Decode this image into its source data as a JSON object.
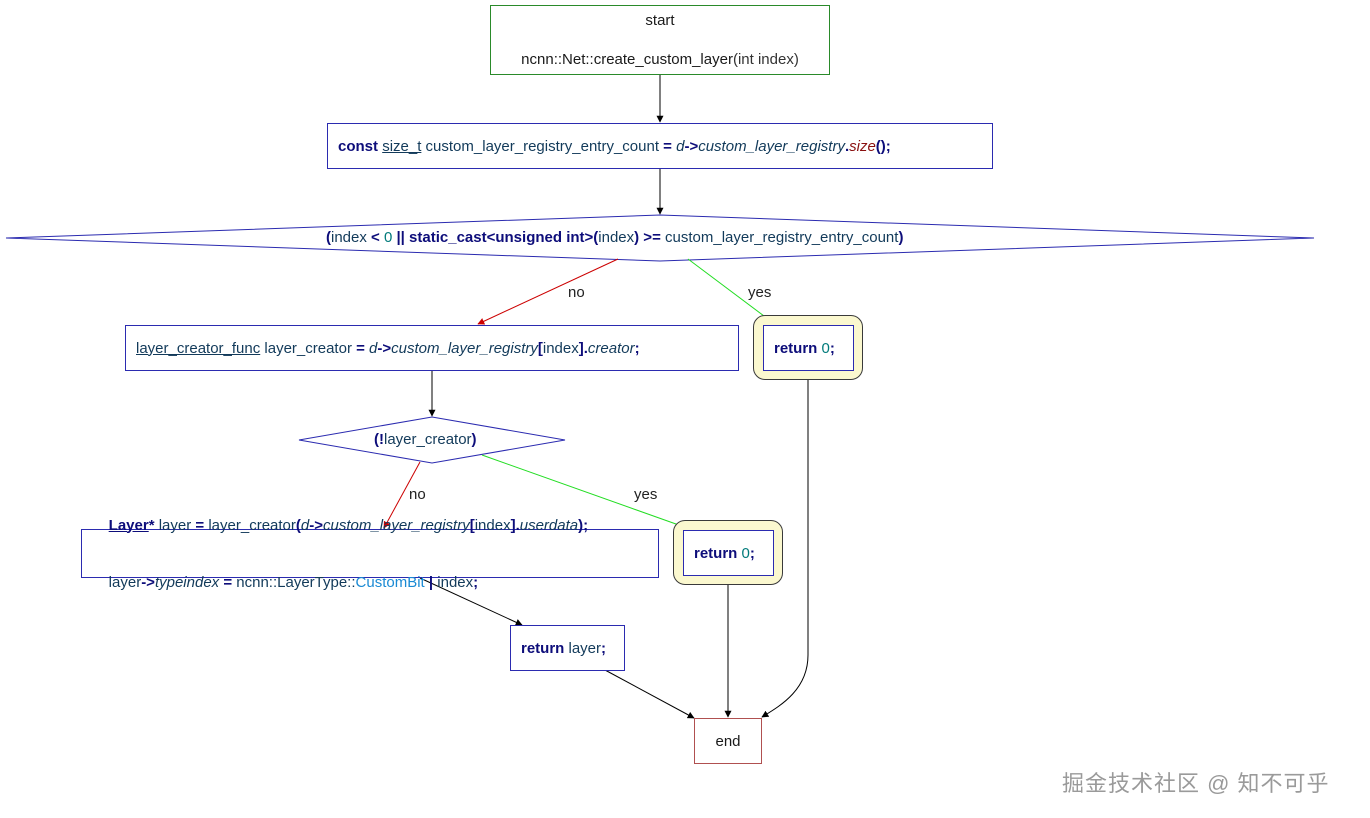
{
  "nodes": {
    "start_label": "start",
    "start_sig_prefix": "ncnn::Net::create_custom_layer",
    "start_sig_args": "(int index)",
    "count": {
      "const": "const",
      "type": "size_t",
      "var": "custom_layer_registry_entry_count",
      "eq": "=",
      "d": "d",
      "arrow": "->",
      "member": "custom_layer_registry",
      "dot": ".",
      "fn": "size",
      "tail": "();"
    },
    "cond1": {
      "lp": "(",
      "index": "index",
      "lt": " < ",
      "zero": "0",
      "or": " || ",
      "cast": "static_cast<unsigned int>",
      "lp2": "(",
      "index2": "index",
      "rp2": ")",
      "ge": " >= ",
      "var": "custom_layer_registry_entry_count",
      "rp": ")"
    },
    "creator": {
      "type": "layer_creator_func",
      "var": " layer_creator ",
      "eq": "=",
      "d": " d",
      "arrow": "->",
      "member": "custom_layer_registry",
      "lb": "[",
      "index": "index",
      "rb": "].",
      "field": "creator",
      "semi": ";"
    },
    "return0_a": {
      "kw": "return",
      "val": " 0",
      "semi": ";"
    },
    "cond2": {
      "lp": "(!",
      "var": "layer_creator",
      "rp": ")"
    },
    "return0_b": {
      "kw": "return",
      "val": " 0",
      "semi": ";"
    },
    "layer": {
      "type": "Layer",
      "star": "*",
      "var": " layer ",
      "eq": "=",
      "call": " layer_creator",
      "lp": "(",
      "d": "d",
      "arrow": "->",
      "member": "custom_layer_registry",
      "lb": "[",
      "index": "index",
      "rb": "].",
      "field": "userdata",
      "rp": ");",
      "l2_var": "layer",
      "l2_arrow": "->",
      "l2_field": "typeindex",
      "l2_eq": " = ",
      "l2_ns": "ncnn::LayerType::",
      "l2_const": "CustomBit",
      "l2_or": " | ",
      "l2_index": "index",
      "l2_semi": ";"
    },
    "return_layer": {
      "kw": "return",
      "val": " layer",
      "semi": ";"
    },
    "end_label": "end"
  },
  "edges": {
    "no_label": "no",
    "yes_label": "yes"
  },
  "colors": {
    "no_edge": "#cc0000",
    "yes_edge": "#22dd22",
    "plain_edge": "#000000",
    "process_border": "#2b2bb0",
    "start_border": "#2a8a2a",
    "end_border": "#b05050",
    "highlight_fill": "#fbf8cf"
  },
  "watermark": "掘金技术社区 @ 知不可乎"
}
